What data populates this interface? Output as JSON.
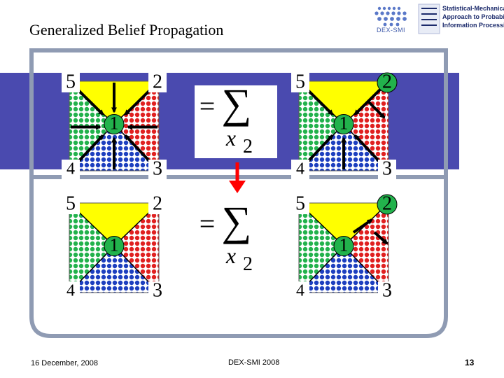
{
  "title": "Generalized Belief Propagation",
  "logo": {
    "label": "DEX-SMI",
    "lines": [
      "Statistical-Mechanical",
      "Approach to Probabilistic",
      "Information Processing"
    ]
  },
  "rows": [
    {
      "left": {
        "corners": [
          "5",
          "2",
          "4",
          "3"
        ],
        "center": "1"
      },
      "right": {
        "corners": [
          "5",
          "2",
          "4",
          "3"
        ],
        "center": "1"
      },
      "equation": {
        "eq": "=",
        "sum": "∑",
        "var": "x",
        "sub": "2"
      }
    },
    {
      "left": {
        "corners": [
          "5",
          "2",
          "4",
          "3"
        ],
        "center": "1"
      },
      "right": {
        "corners": [
          "5",
          "2",
          "4",
          "3"
        ],
        "center": "1"
      },
      "equation": {
        "eq": "=",
        "sum": "∑",
        "var": "x",
        "sub": "2"
      }
    }
  ],
  "colors": {
    "yellow": "#ffff00",
    "green": "#22b24c",
    "red": "#e02020",
    "blue": "#1d3fbf",
    "band": "#4a4aaf",
    "frame": "#8f9bb3",
    "arrow": "#000000",
    "down_arrow": "#ff0000"
  },
  "footer": {
    "date": "16 December, 2008",
    "center": "DEX-SMI 2008",
    "page": "13"
  }
}
